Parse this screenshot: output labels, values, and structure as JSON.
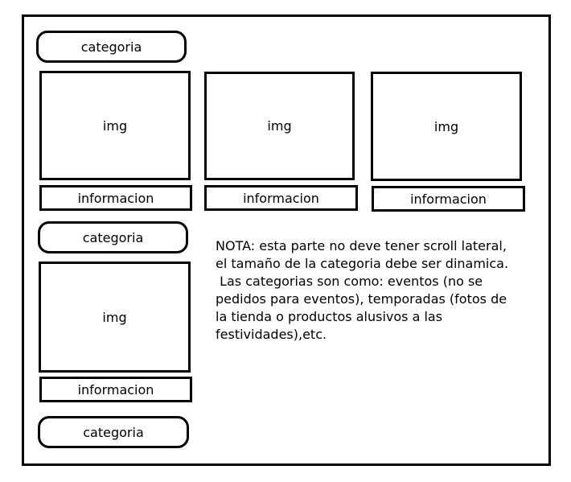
{
  "sections": [
    {
      "category_label": "categoria",
      "cards": [
        {
          "img_label": "img",
          "info_label": "informacion"
        },
        {
          "img_label": "img",
          "info_label": "informacion"
        },
        {
          "img_label": "img",
          "info_label": "informacion"
        }
      ]
    },
    {
      "category_label": "categoria",
      "cards": [
        {
          "img_label": "img",
          "info_label": "informacion"
        }
      ]
    },
    {
      "category_label": "categoria",
      "cards": []
    }
  ],
  "note": {
    "lines": [
      "NOTA: esta parte no deve tener scroll lateral,",
      "el tamaño de la categoria debe ser dinamica.",
      " Las categorias son como: eventos (no se",
      "pedidos para eventos), temporadas (fotos de",
      "la tienda o productos alusivos a las",
      "festividades),etc."
    ]
  }
}
